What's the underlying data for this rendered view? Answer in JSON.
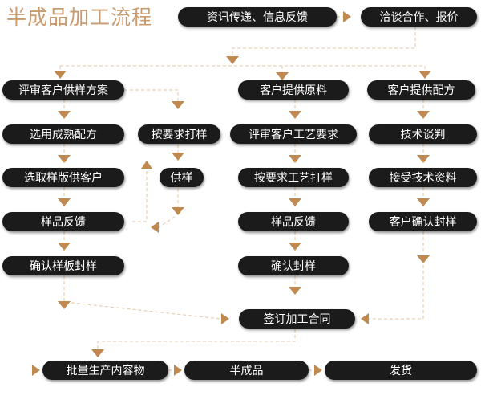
{
  "title": "半成品加工流程",
  "colors": {
    "box_fill": "#1b1b1b",
    "box_text": "#ffffff",
    "title": "#c89a6e",
    "connector": "#e8cfb4",
    "arrow": "#c0894f"
  },
  "steps": {
    "inquiry": "资讯传递、信息反馈",
    "negotiate": "洽谈合作、报价",
    "review_plan": "评审客户供样方案",
    "raw_material": "客户提供原料",
    "formula": "客户提供配方",
    "mature_formula": "选用成熟配方",
    "sample_on_request": "按要求打样",
    "review_process": "评审客户工艺要求",
    "tech_talk": "技术谈判",
    "select_sample": "选取样版供客户",
    "supply_sample": "供样",
    "process_sample": "按要求工艺打样",
    "accept_docs": "接受技术资料",
    "feedback_left": "样品反馈",
    "feedback_mid": "样品反馈",
    "confirm_seal_right": "客户确认封样",
    "confirm_board": "确认样板封样",
    "confirm_seal_mid": "确认封样",
    "sign_contract": "签订加工合同",
    "bulk_produce": "批量生产内容物",
    "semi_finished": "半成品",
    "shipping": "发货"
  }
}
